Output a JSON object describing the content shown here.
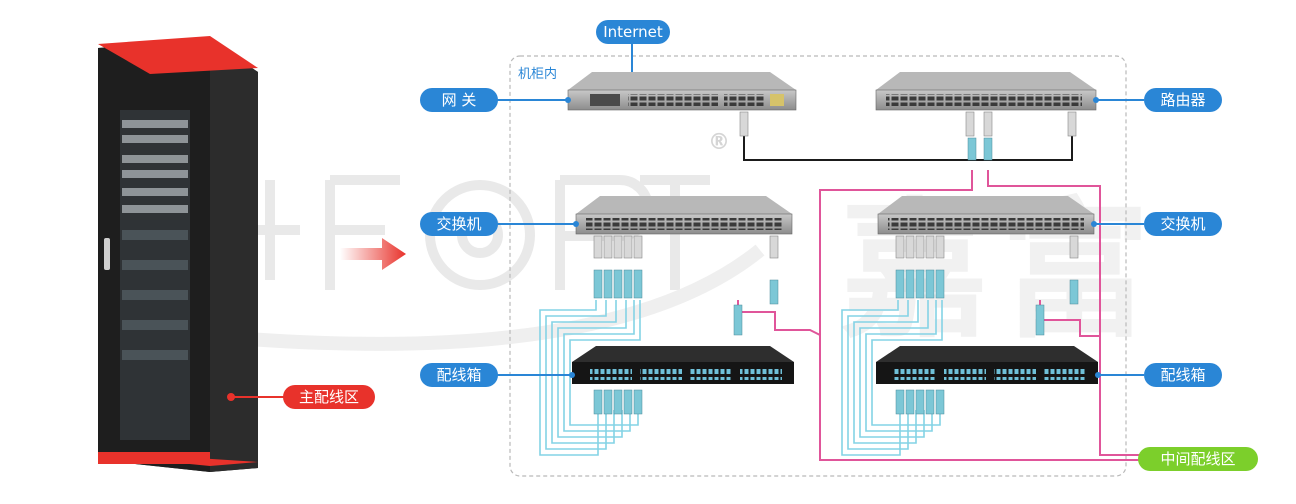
{
  "labels": {
    "internet": "Internet",
    "cabinet_inner": "机柜内",
    "gateway": "网  关",
    "router": "路由器",
    "switch_left": "交换机",
    "switch_right": "交换机",
    "patch_left": "配线箱",
    "patch_right": "配线箱",
    "main_distribution": "主配线区",
    "middle_distribution": "中间配线区"
  },
  "watermark": {
    "brand_cn": "嘉富",
    "registered": "®"
  },
  "colors": {
    "label_blue": "#2a86d6",
    "label_red": "#e8322b",
    "label_green": "#7ccf2b",
    "pink_cable": "#e0559a",
    "aqua_cable": "#7fd2e3",
    "black_cable": "#1b1b1b"
  }
}
